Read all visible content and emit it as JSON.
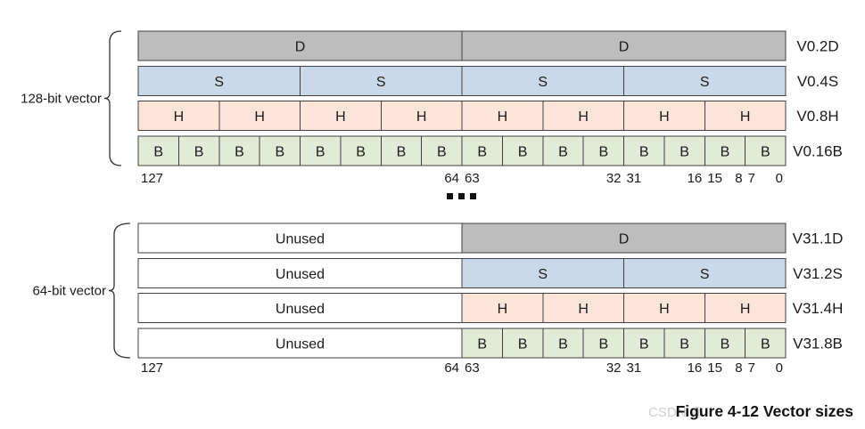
{
  "sections": [
    {
      "label": "128-bit vector",
      "rows": [
        {
          "register": "V0.2D",
          "lanes": [
            "D",
            "D"
          ]
        },
        {
          "register": "V0.4S",
          "lanes": [
            "S",
            "S",
            "S",
            "S"
          ]
        },
        {
          "register": "V0.8H",
          "lanes": [
            "H",
            "H",
            "H",
            "H",
            "H",
            "H",
            "H",
            "H"
          ]
        },
        {
          "register": "V0.16B",
          "lanes": [
            "B",
            "B",
            "B",
            "B",
            "B",
            "B",
            "B",
            "B",
            "B",
            "B",
            "B",
            "B",
            "B",
            "B",
            "B",
            "B"
          ]
        }
      ],
      "bit_labels": [
        "127",
        "64",
        "63",
        "32",
        "31",
        "16",
        "15",
        "8",
        "7",
        "0"
      ]
    },
    {
      "label": "64-bit vector",
      "rows": [
        {
          "register": "V31.1D",
          "unused": "Unused",
          "lanes": [
            "D"
          ]
        },
        {
          "register": "V31.2S",
          "unused": "Unused",
          "lanes": [
            "S",
            "S"
          ]
        },
        {
          "register": "V31.4H",
          "unused": "Unused",
          "lanes": [
            "H",
            "H",
            "H",
            "H"
          ]
        },
        {
          "register": "V31.8B",
          "unused": "Unused",
          "lanes": [
            "B",
            "B",
            "B",
            "B",
            "B",
            "B",
            "B",
            "B"
          ]
        }
      ],
      "bit_labels": [
        "127",
        "64",
        "63",
        "32",
        "31",
        "16",
        "15",
        "8",
        "7",
        "0"
      ]
    }
  ],
  "caption": "Figure 4-12 Vector sizes",
  "watermark": "CSDN @",
  "colors": {
    "D": "#bdbdbd",
    "S": "#c9d9e9",
    "H": "#fce5d8",
    "B": "#e2ebd6",
    "unused": "#ffffff",
    "border": "#404040",
    "ellipsis": "#111111"
  }
}
